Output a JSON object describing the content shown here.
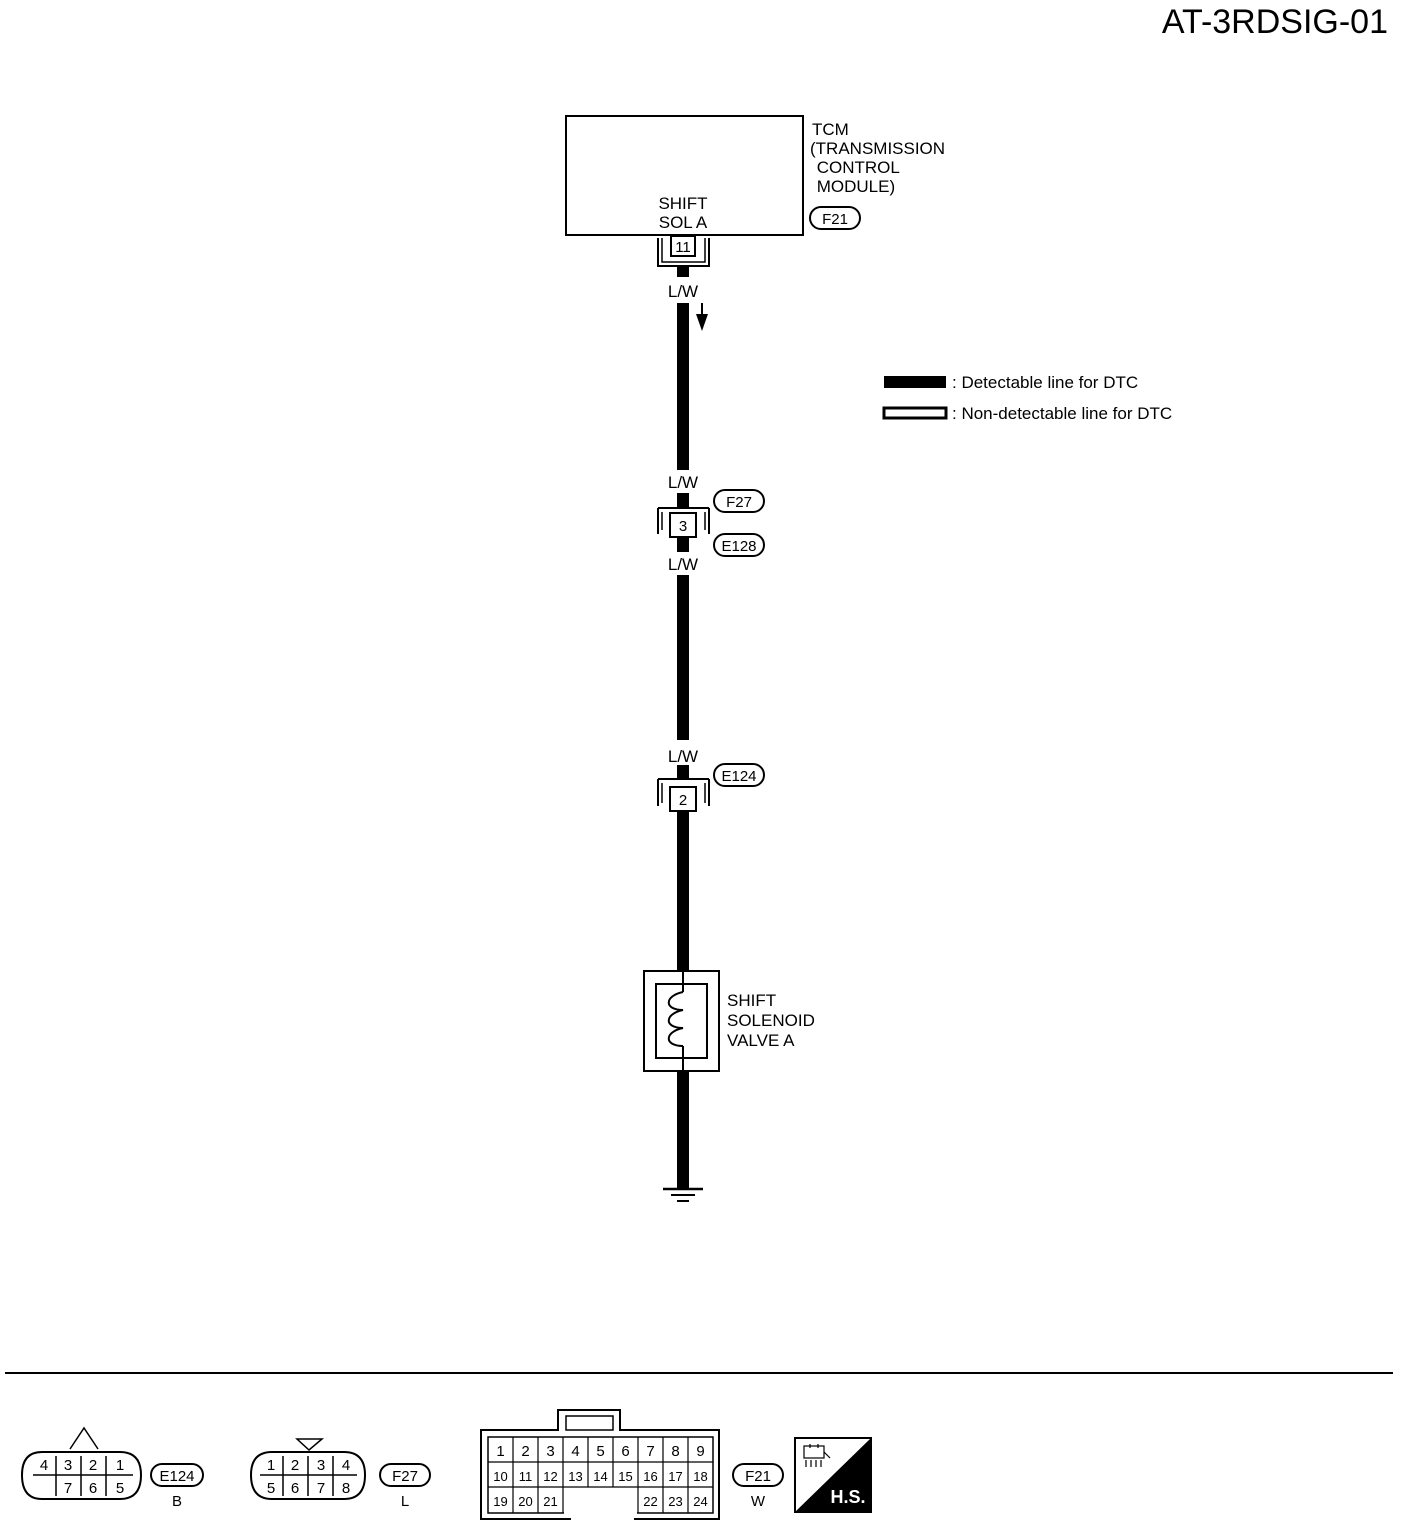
{
  "page_id": "AT-3RDSIG-01",
  "tcm": {
    "name_lines": [
      "TCM",
      "(TRANSMISSION",
      " CONTROL",
      " MODULE)"
    ],
    "terminal_label_lines": [
      "SHIFT",
      "SOL A"
    ],
    "connector": "F21",
    "terminal": "11"
  },
  "wire": {
    "color_code": "L/W",
    "labels": [
      "L/W",
      "L/W",
      "L/W",
      "L/W"
    ]
  },
  "joint_connector": {
    "upper": "F27",
    "lower": "E128",
    "terminal": "3"
  },
  "solenoid_connector": {
    "id": "E124",
    "terminal": "2"
  },
  "solenoid": {
    "name_lines": [
      "SHIFT",
      "SOLENOID",
      "VALVE A"
    ]
  },
  "legend": [
    {
      "style": "thick",
      "text": ": Detectable line for DTC"
    },
    {
      "style": "outline",
      "text": ": Non-detectable line for DTC"
    }
  ],
  "connector_views": [
    {
      "id": "E124",
      "color": "B",
      "rows": [
        [
          "4",
          "3",
          "2",
          "1"
        ],
        [
          "",
          "7",
          "6",
          "5"
        ]
      ]
    },
    {
      "id": "F27",
      "color": "L",
      "rows": [
        [
          "1",
          "2",
          "3",
          "4"
        ],
        [
          "5",
          "6",
          "7",
          "8"
        ]
      ]
    },
    {
      "id": "F21",
      "color": "W",
      "rows": [
        [
          "1",
          "2",
          "3",
          "4",
          "5",
          "6",
          "7",
          "8",
          "9"
        ],
        [
          "10",
          "11",
          "12",
          "13",
          "14",
          "15",
          "16",
          "17",
          "18"
        ],
        [
          "19",
          "20",
          "21",
          "",
          "",
          "",
          "22",
          "23",
          "24"
        ]
      ]
    }
  ],
  "hs_badge": "H.S."
}
